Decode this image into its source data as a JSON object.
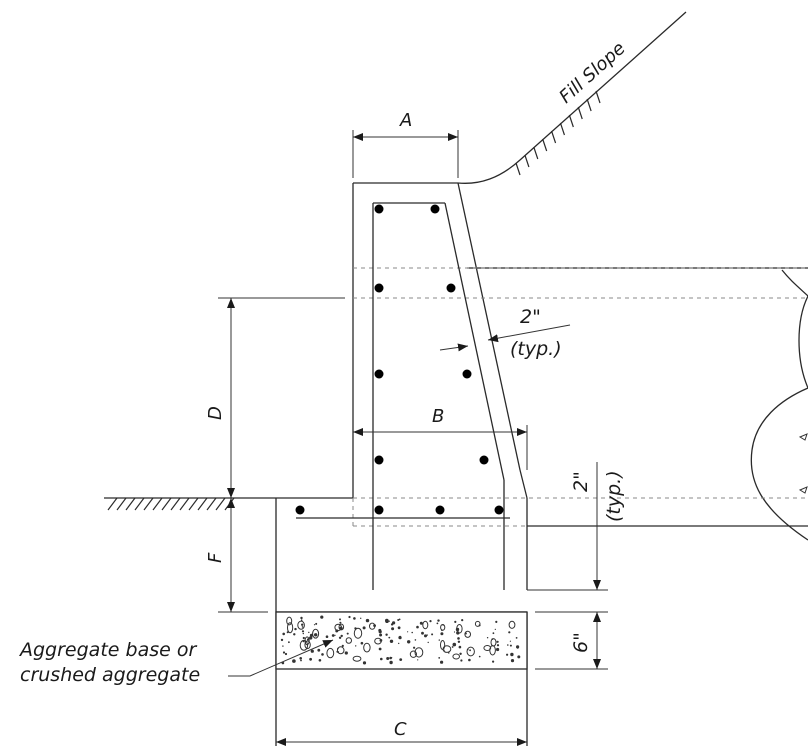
{
  "labels": {
    "fill_slope": "Fill Slope",
    "dim_a": "A",
    "dim_b": "B",
    "dim_c": "C",
    "dim_d": "D",
    "dim_f": "F",
    "cover_top_value": "2\"",
    "cover_top_note": "(typ.)",
    "cover_bottom_value": "2\"",
    "cover_bottom_note": "(typ.)",
    "footing_depth": "6\"",
    "aggregate_line1": "Aggregate base or",
    "aggregate_line2": "crushed aggregate"
  },
  "colors": {
    "line": "#2a2a2a",
    "hidden_line": "#888888",
    "rebar": "#000000",
    "aggregate_dots": "#333333"
  }
}
